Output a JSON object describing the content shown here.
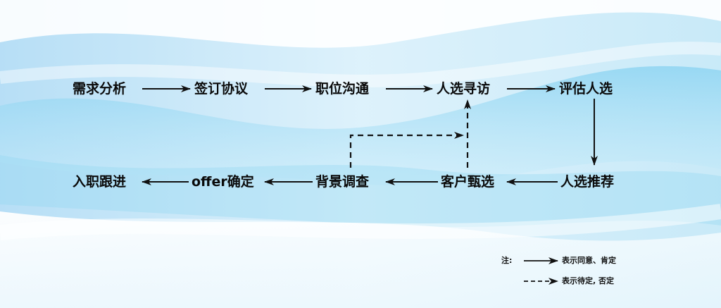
{
  "flow": {
    "row1": [
      "需求分析",
      "签订协议",
      "职位沟通",
      "人选寻访",
      "评估人选"
    ],
    "row2": [
      "入职跟进",
      "offer确定",
      "背景调查",
      "客户甄选",
      "人选推荐"
    ]
  },
  "legend": {
    "prefix": "注:",
    "solid_label": "表示同意、肯定",
    "dashed_label": "表示待定, 否定"
  },
  "colors": {
    "text": "#0a0a0a",
    "arrow": "#111111",
    "background_wave": "#9fdcf5"
  }
}
